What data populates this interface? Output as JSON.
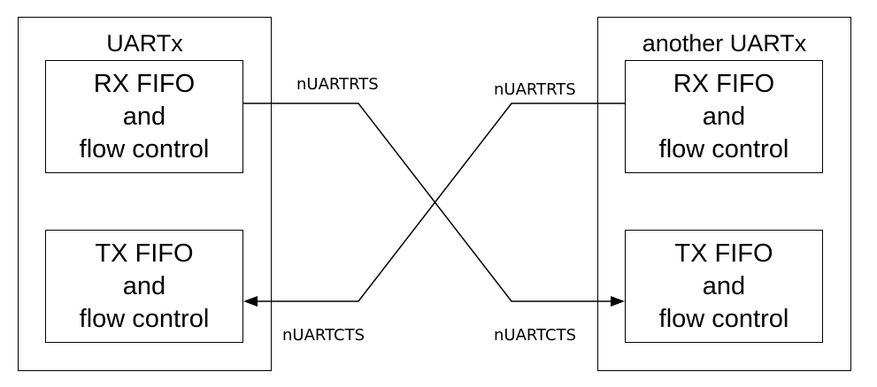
{
  "left_block": {
    "title": "UARTx",
    "rx": {
      "line1": "RX FIFO",
      "line2": "and",
      "line3": "flow control"
    },
    "tx": {
      "line1": "TX FIFO",
      "line2": "and",
      "line3": "flow control"
    }
  },
  "right_block": {
    "title": "another UARTx",
    "rx": {
      "line1": "RX FIFO",
      "line2": "and",
      "line3": "flow control"
    },
    "tx": {
      "line1": "TX FIFO",
      "line2": "and",
      "line3": "flow control"
    }
  },
  "signals": {
    "left_rts": "nUARTRTS",
    "right_rts": "nUARTRTS",
    "left_cts": "nUARTCTS",
    "right_cts": "nUARTCTS"
  }
}
